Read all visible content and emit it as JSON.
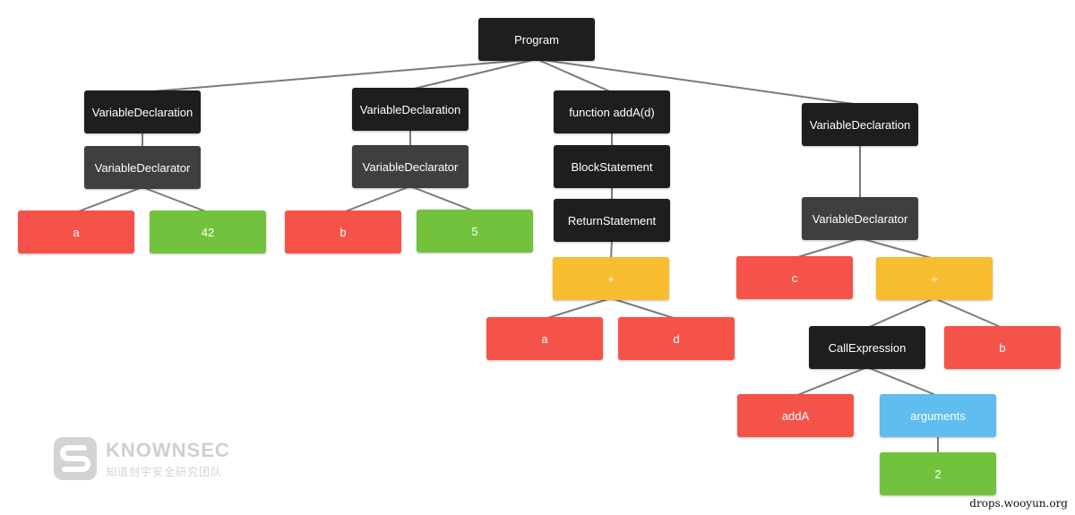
{
  "palette": {
    "dark": "#1e1e1e",
    "gray": "#3f3f3f",
    "red": "#f5534a",
    "green": "#73c23d",
    "yellow": "#f8bc2f",
    "blue": "#5fbdf0",
    "edge": "#7a7a7a"
  },
  "nodes": [
    {
      "id": "program",
      "label": "Program",
      "kind": "dark"
    },
    {
      "id": "vd1",
      "label": "VariableDeclaration",
      "kind": "dark"
    },
    {
      "id": "vdr1",
      "label": "VariableDeclarator",
      "kind": "gray"
    },
    {
      "id": "a1",
      "label": "a",
      "kind": "red"
    },
    {
      "id": "n42",
      "label": "42",
      "kind": "green"
    },
    {
      "id": "vd2",
      "label": "VariableDeclaration",
      "kind": "dark"
    },
    {
      "id": "vdr2",
      "label": "VariableDeclarator",
      "kind": "gray"
    },
    {
      "id": "b1",
      "label": "b",
      "kind": "red"
    },
    {
      "id": "n5",
      "label": "5",
      "kind": "green"
    },
    {
      "id": "fn",
      "label": "function addA(d)",
      "kind": "dark"
    },
    {
      "id": "block",
      "label": "BlockStatement",
      "kind": "dark"
    },
    {
      "id": "ret",
      "label": "ReturnStatement",
      "kind": "dark"
    },
    {
      "id": "plus1",
      "label": "+",
      "kind": "yellow"
    },
    {
      "id": "a2",
      "label": "a",
      "kind": "red"
    },
    {
      "id": "d1",
      "label": "d",
      "kind": "red"
    },
    {
      "id": "vd3",
      "label": "VariableDeclaration",
      "kind": "dark"
    },
    {
      "id": "vdr3",
      "label": "VariableDeclarator",
      "kind": "gray"
    },
    {
      "id": "c1",
      "label": "c",
      "kind": "red"
    },
    {
      "id": "plus2",
      "label": "+",
      "kind": "yellow"
    },
    {
      "id": "call",
      "label": "CallExpression",
      "kind": "dark"
    },
    {
      "id": "b2",
      "label": "b",
      "kind": "red"
    },
    {
      "id": "addA",
      "label": "addA",
      "kind": "red"
    },
    {
      "id": "args",
      "label": "arguments",
      "kind": "blue"
    },
    {
      "id": "n2",
      "label": "2",
      "kind": "green"
    }
  ],
  "edges": [
    [
      "program",
      "vd1"
    ],
    [
      "program",
      "vd2"
    ],
    [
      "program",
      "fn"
    ],
    [
      "program",
      "vd3"
    ],
    [
      "vd1",
      "vdr1"
    ],
    [
      "vdr1",
      "a1"
    ],
    [
      "vdr1",
      "n42"
    ],
    [
      "vd2",
      "vdr2"
    ],
    [
      "vdr2",
      "b1"
    ],
    [
      "vdr2",
      "n5"
    ],
    [
      "fn",
      "block"
    ],
    [
      "block",
      "ret"
    ],
    [
      "ret",
      "plus1"
    ],
    [
      "plus1",
      "a2"
    ],
    [
      "plus1",
      "d1"
    ],
    [
      "vd3",
      "vdr3"
    ],
    [
      "vdr3",
      "c1"
    ],
    [
      "vdr3",
      "plus2"
    ],
    [
      "plus2",
      "call"
    ],
    [
      "plus2",
      "b2"
    ],
    [
      "call",
      "addA"
    ],
    [
      "call",
      "args"
    ],
    [
      "args",
      "n2"
    ]
  ],
  "watermark": {
    "brand": "KNOWNSEC",
    "subtitle": "知道创宇安全研究团队"
  },
  "footer": {
    "url": "drops.wooyun.org"
  }
}
